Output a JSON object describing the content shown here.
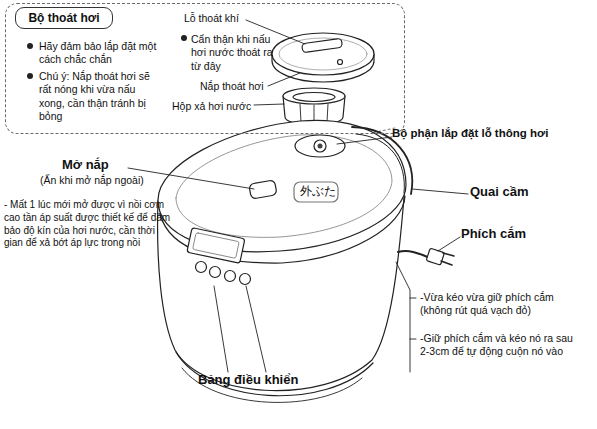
{
  "diagram": {
    "nodes": [
      {
        "text": [
          "Hãy đảm bảo lắp đặt một cách chắc chắn",
          "Chú ý: Nắp thoát hơi sẽ rất nóng khi vừa nấu xong, cần thận tránh bị bỏng",
          "Lỗ thoát khí",
          "Cẩn thận khi nấu hơi nước thoát ra từ đây",
          "Nắp thoát hơi",
          "Hộp xả hơi nước"
        ]
      },
      {
        "text": [
          "Bộ thoát hơi"
        ],
        "in": 0
      }
    ],
    "labels": [
      "Mở nắp",
      "(Ấn khi mở nắp ngoài)",
      "- Mất 1 lúc mới mở được vì nồi cơm cao tần áp suất được thiết kế để đảm bảo độ kín của hơi nước, cần thời gian để xả bớt áp lực trong nồi",
      "外ぶた",
      "Bộ phận lắp đặt lỗ thông hơi",
      "Quai cầm",
      "Phích cắm",
      "-Vừa kéo vừa giữ phích cắm (không rút quá vạch đỏ)",
      "-Giữ phích cắm và kéo nó ra sau 2-3cm để tự động cuộn nó vào",
      "Bảng điều khiển"
    ]
  }
}
